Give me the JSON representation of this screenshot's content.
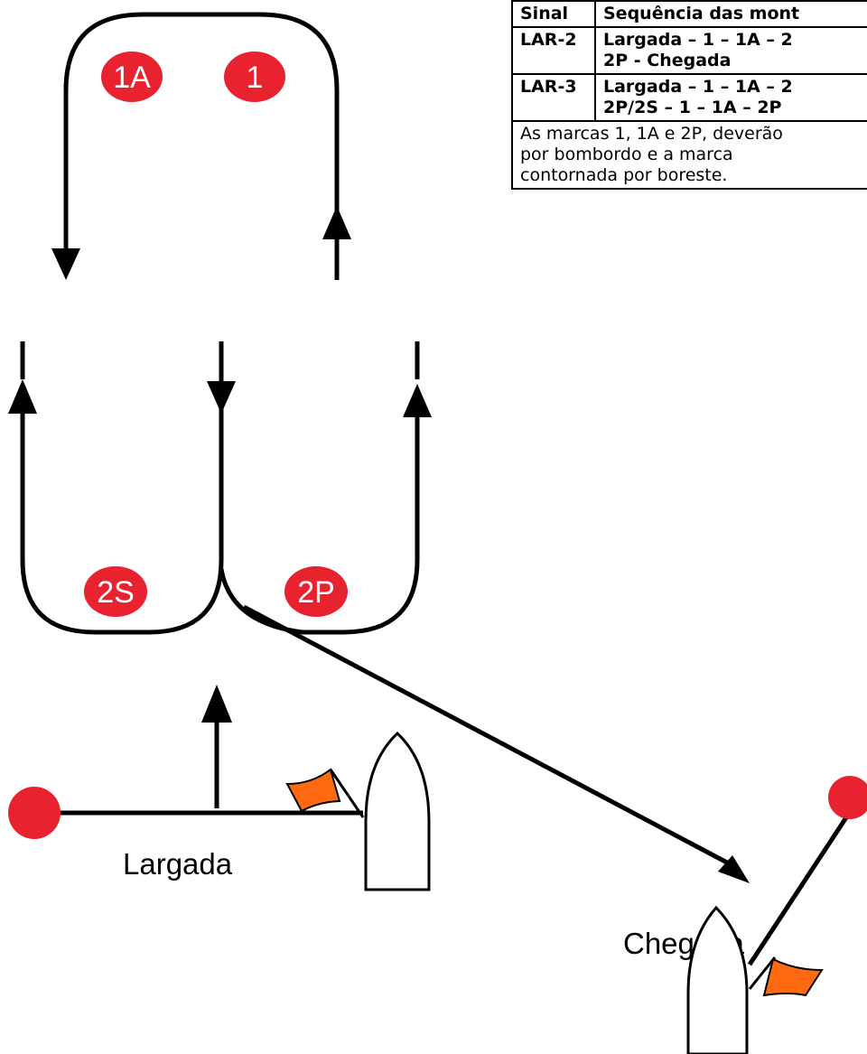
{
  "table": {
    "header": {
      "signal": "Sinal",
      "sequence": "Sequência das mont"
    },
    "rows": [
      {
        "signal": "LAR-2",
        "line1": "Largada – 1 – 1A – 2",
        "line2": "2P - Chegada"
      },
      {
        "signal": "LAR-3",
        "line1": "Largada – 1 – 1A – 2",
        "line2": "2P/2S – 1 – 1A – 2P"
      }
    ],
    "note": {
      "line1": "As marcas 1, 1A e 2P, deverão",
      "line2": "por bombordo e a marca",
      "line3": "contornada por boreste."
    }
  },
  "marks": {
    "m1": "1",
    "m1a": "1A",
    "m2s": "2S",
    "m2p": "2P"
  },
  "labels": {
    "start": "Largada",
    "finish": "Chegada"
  },
  "colors": {
    "mark": "#e8232f",
    "flag": "#ff6a10",
    "line": "#000000"
  }
}
